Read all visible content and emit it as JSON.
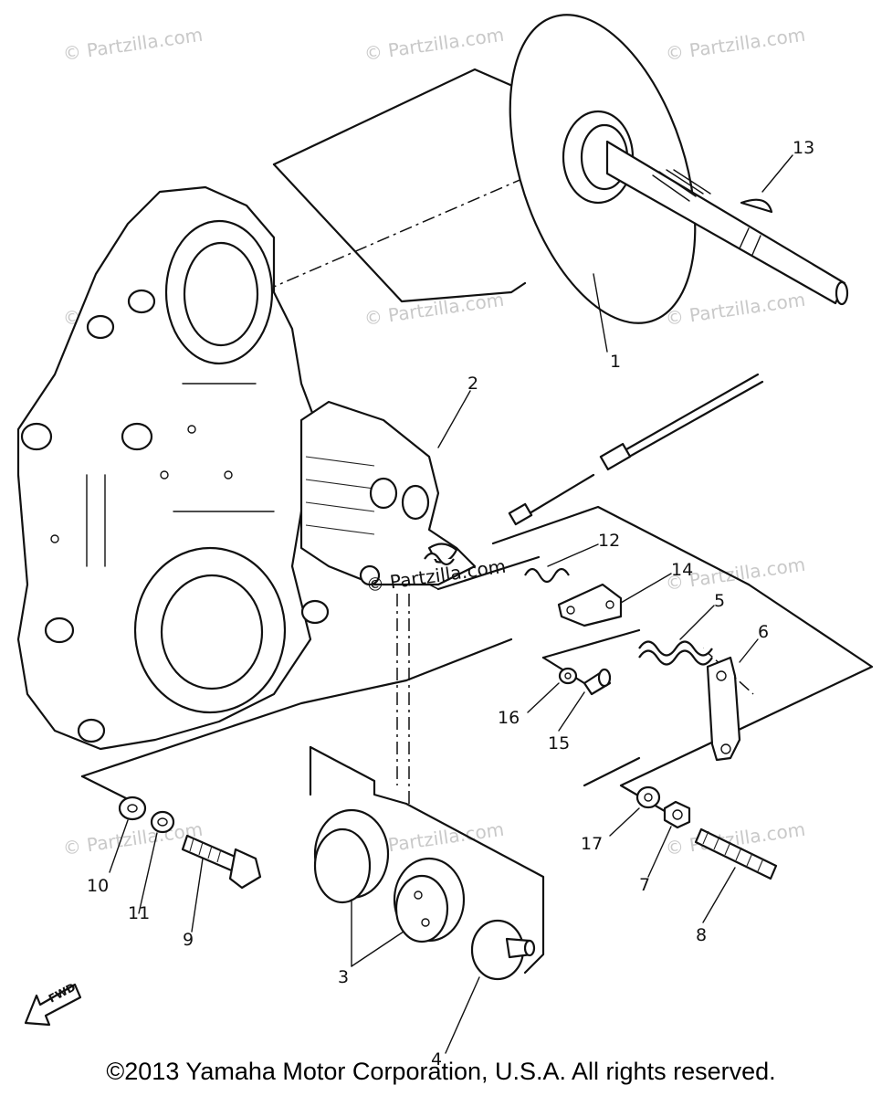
{
  "watermark_text": "© Partzilla.com",
  "center_watermark": "© Partzilla.com",
  "fwd_label": "FWD",
  "callouts": {
    "c1": "1",
    "c2": "2",
    "c3": "3",
    "c4": "4",
    "c5": "5",
    "c6": "6",
    "c7": "7",
    "c8": "8",
    "c9": "9",
    "c10": "10",
    "c11": "11",
    "c12": "12",
    "c13": "13",
    "c14": "14",
    "c15": "15",
    "c16": "16",
    "c17": "17"
  },
  "copyright": "©2013 Yamaha Motor Corporation, U.S.A. All rights reserved."
}
